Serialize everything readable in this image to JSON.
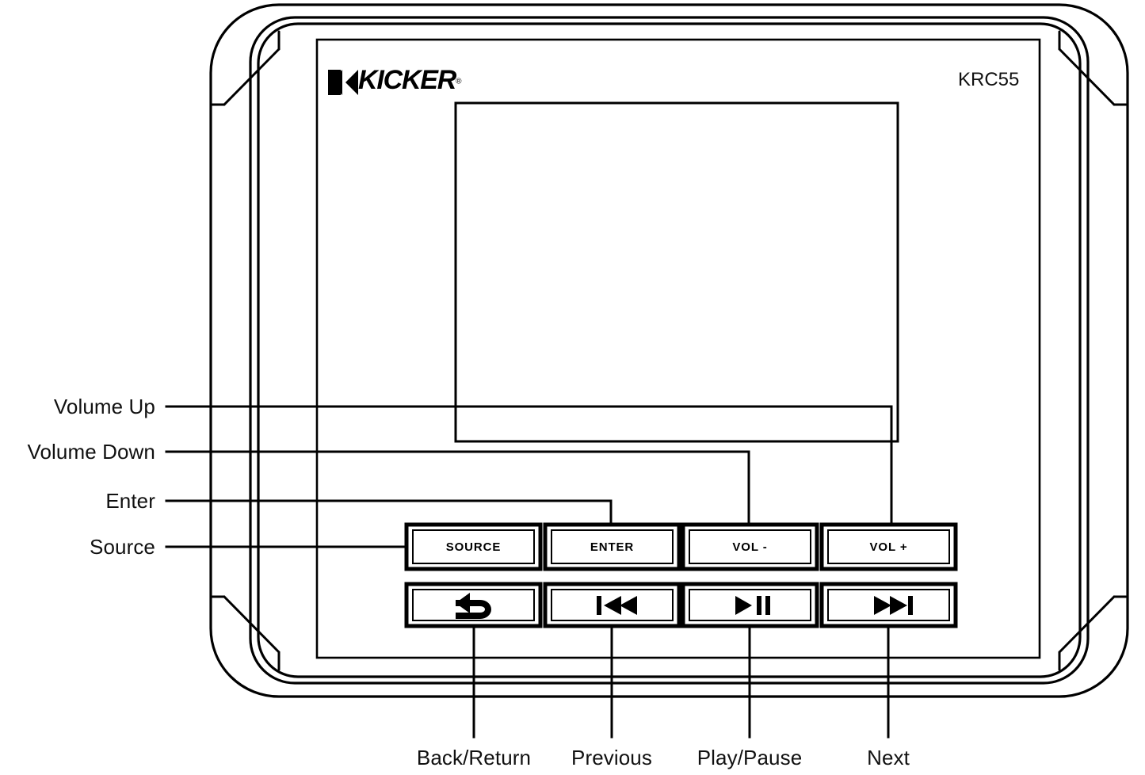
{
  "device": {
    "brand": "KICKER",
    "brand_registered_mark": "®",
    "model": "KRC55",
    "type": "marine remote control faceplate diagram"
  },
  "display": {
    "screen_content": ""
  },
  "buttons": {
    "row_top": [
      {
        "id": "source",
        "label": "SOURCE"
      },
      {
        "id": "enter",
        "label": "ENTER"
      },
      {
        "id": "vol_down",
        "label": "VOL -"
      },
      {
        "id": "vol_up",
        "label": "VOL +"
      }
    ],
    "row_bottom": [
      {
        "id": "back",
        "icon": "back-return-icon",
        "label": ""
      },
      {
        "id": "previous",
        "icon": "previous-track-icon",
        "label": ""
      },
      {
        "id": "playpause",
        "icon": "play-pause-icon",
        "label": ""
      },
      {
        "id": "next",
        "icon": "next-track-icon",
        "label": ""
      }
    ]
  },
  "callouts": {
    "left": [
      {
        "id": "volume-up",
        "label": "Volume Up"
      },
      {
        "id": "volume-down",
        "label": "Volume Down"
      },
      {
        "id": "enter",
        "label": "Enter"
      },
      {
        "id": "source",
        "label": "Source"
      }
    ],
    "bottom": [
      {
        "id": "back-return",
        "label": "Back/Return"
      },
      {
        "id": "previous",
        "label": "Previous"
      },
      {
        "id": "play-pause",
        "label": "Play/Pause"
      },
      {
        "id": "next",
        "label": "Next"
      }
    ]
  },
  "colors": {
    "line": "#000000",
    "background": "#ffffff",
    "text": "#111111"
  }
}
